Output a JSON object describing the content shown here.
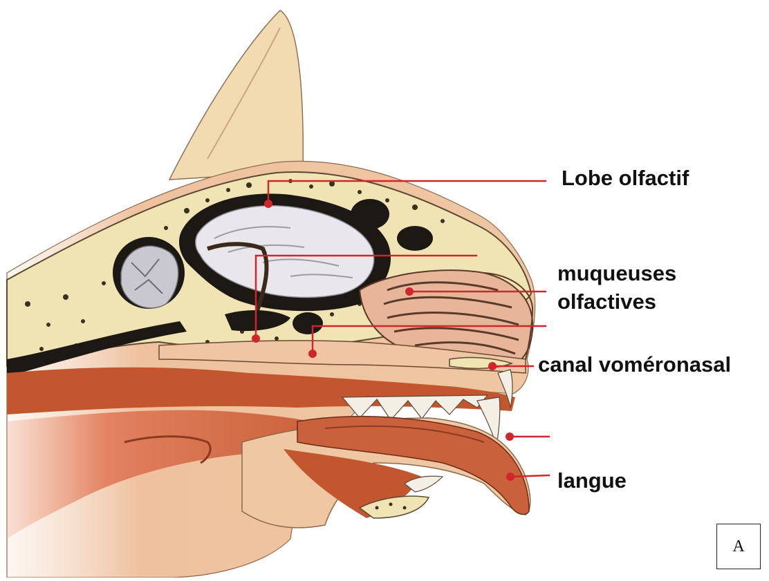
{
  "labels": {
    "lobe_olfactif": "Lobe olfactif",
    "muqueuses_line1": "muqueuses",
    "muqueuses_line2": "olfactives",
    "canal_vomeronasal": "canal voméronasal",
    "langue": "langue"
  },
  "panel_letter": "A",
  "colors": {
    "leader_line": "#d0262b",
    "bone": "#f1e4b4",
    "skin": "#efc9a3",
    "dark_cavity": "#1c1814",
    "flesh_red": "#c2562e",
    "brain": "#e9e7ec"
  }
}
